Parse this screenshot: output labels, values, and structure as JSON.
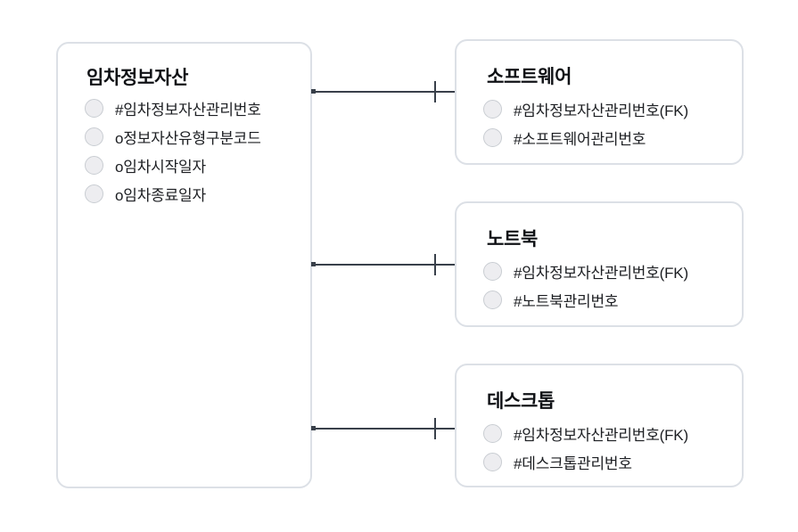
{
  "diagram": {
    "type": "entity-relationship",
    "colors": {
      "canvas_bg": "#ffffff",
      "box_bg": "#ffffff",
      "box_border": "#dce0e6",
      "circle_fill": "#ededf0",
      "circle_border": "#c9cdd2",
      "title_text": "#0f1115",
      "attr_text": "#1c1e22",
      "connector": "#39404a"
    },
    "attribute_icon": "circle-icon",
    "entities": [
      {
        "id": "leased-info-asset",
        "title": "임차정보자산",
        "attributes": [
          "#임차정보자산관리번호",
          "o정보자산유형구분코드",
          "o임차시작일자",
          "o임차종료일자"
        ]
      },
      {
        "id": "software",
        "title": "소프트웨어",
        "attributes": [
          "#임차정보자산관리번호(FK)",
          "#소프트웨어관리번호"
        ]
      },
      {
        "id": "laptop",
        "title": "노트북",
        "attributes": [
          "#임차정보자산관리번호(FK)",
          "#노트북관리번호"
        ]
      },
      {
        "id": "desktop",
        "title": "데스크톱",
        "attributes": [
          "#임차정보자산관리번호(FK)",
          "#데스크톱관리번호"
        ]
      }
    ],
    "relationships": [
      {
        "from": "임차정보자산",
        "to": "소프트웨어",
        "notation": "one-bar"
      },
      {
        "from": "임차정보자산",
        "to": "노트북",
        "notation": "one-bar"
      },
      {
        "from": "임차정보자산",
        "to": "데스크톱",
        "notation": "one-bar"
      }
    ]
  }
}
